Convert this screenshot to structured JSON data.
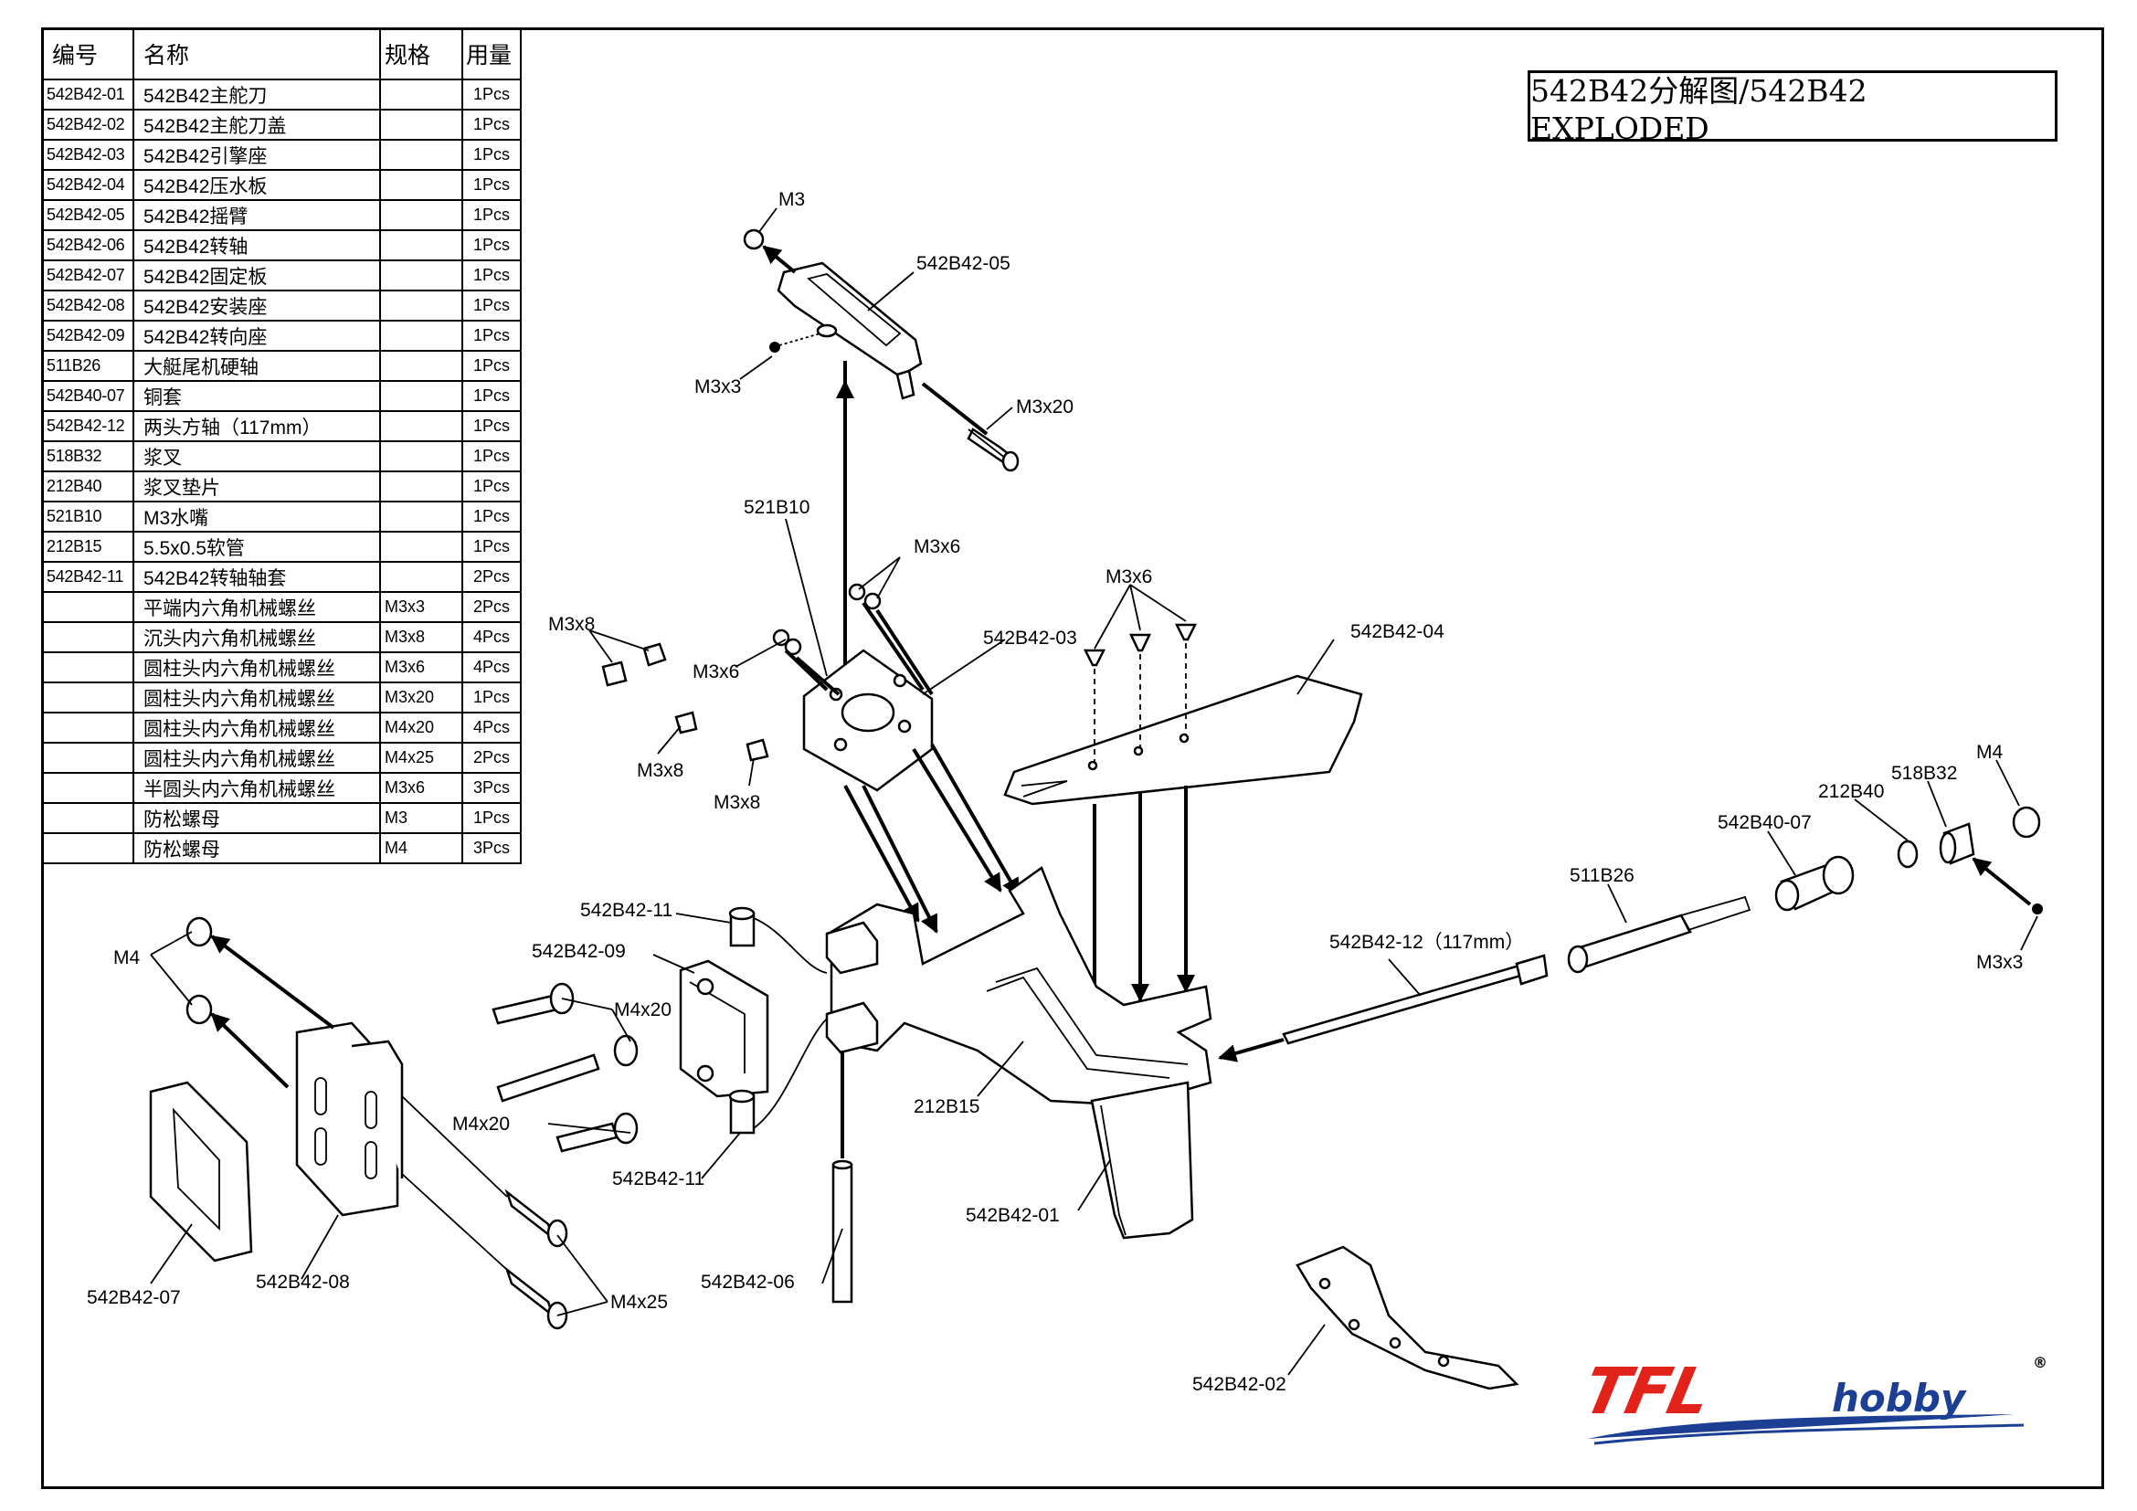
{
  "title": "542B42分解图/542B42 EXPLODED",
  "table": {
    "headers": [
      "编号",
      "名称",
      "规格",
      "用量"
    ],
    "rows": [
      {
        "code": "542B42-01",
        "name": "542B42主舵刀",
        "spec": "",
        "qty": "1Pcs"
      },
      {
        "code": "542B42-02",
        "name": "542B42主舵刀盖",
        "spec": "",
        "qty": "1Pcs"
      },
      {
        "code": "542B42-03",
        "name": "542B42引擎座",
        "spec": "",
        "qty": "1Pcs"
      },
      {
        "code": "542B42-04",
        "name": "542B42压水板",
        "spec": "",
        "qty": "1Pcs"
      },
      {
        "code": "542B42-05",
        "name": "542B42摇臂",
        "spec": "",
        "qty": "1Pcs"
      },
      {
        "code": "542B42-06",
        "name": "542B42转轴",
        "spec": "",
        "qty": "1Pcs"
      },
      {
        "code": "542B42-07",
        "name": "542B42固定板",
        "spec": "",
        "qty": "1Pcs"
      },
      {
        "code": "542B42-08",
        "name": "542B42安装座",
        "spec": "",
        "qty": "1Pcs"
      },
      {
        "code": "542B42-09",
        "name": "542B42转向座",
        "spec": "",
        "qty": "1Pcs"
      },
      {
        "code": "511B26",
        "name": "大艇尾机硬轴",
        "spec": "",
        "qty": "1Pcs"
      },
      {
        "code": "542B40-07",
        "name": "铜套",
        "spec": "",
        "qty": "1Pcs"
      },
      {
        "code": "542B42-12",
        "name": "两头方轴（117mm）",
        "spec": "",
        "qty": "1Pcs"
      },
      {
        "code": "518B32",
        "name": "浆叉",
        "spec": "",
        "qty": "1Pcs"
      },
      {
        "code": "212B40",
        "name": "浆叉垫片",
        "spec": "",
        "qty": "1Pcs"
      },
      {
        "code": "521B10",
        "name": "M3水嘴",
        "spec": "",
        "qty": "1Pcs"
      },
      {
        "code": "212B15",
        "name": "5.5x0.5软管",
        "spec": "",
        "qty": "1Pcs"
      },
      {
        "code": "542B42-11",
        "name": "542B42转轴轴套",
        "spec": "",
        "qty": "2Pcs"
      },
      {
        "code": "",
        "name": "平端内六角机械螺丝",
        "spec": "M3x3",
        "qty": "2Pcs"
      },
      {
        "code": "",
        "name": "沉头内六角机械螺丝",
        "spec": "M3x8",
        "qty": "4Pcs"
      },
      {
        "code": "",
        "name": "圆柱头内六角机械螺丝",
        "spec": "M3x6",
        "qty": "4Pcs"
      },
      {
        "code": "",
        "name": "圆柱头内六角机械螺丝",
        "spec": "M3x20",
        "qty": "1Pcs"
      },
      {
        "code": "",
        "name": "圆柱头内六角机械螺丝",
        "spec": "M4x20",
        "qty": "4Pcs"
      },
      {
        "code": "",
        "name": "圆柱头内六角机械螺丝",
        "spec": "M4x25",
        "qty": "2Pcs"
      },
      {
        "code": "",
        "name": "半圆头内六角机械螺丝",
        "spec": "M3x6",
        "qty": "3Pcs"
      },
      {
        "code": "",
        "name": "防松螺母",
        "spec": "M3",
        "qty": "1Pcs"
      },
      {
        "code": "",
        "name": "防松螺母",
        "spec": "M4",
        "qty": "3Pcs"
      }
    ]
  },
  "labels": {
    "m3_top": "M3",
    "p05": "542B42-05",
    "m3x3_left": "M3x3",
    "m3x20": "M3x20",
    "p521b10": "521B10",
    "m3x6_a": "M3x6",
    "m3x6_b": "M3x6",
    "m3x6_c": "M3x6",
    "m3x8_a": "M3x8",
    "m3x8_b": "M3x8",
    "m3x8_c": "M3x8",
    "p03": "542B42-03",
    "p04": "542B42-04",
    "p11_top": "542B42-11",
    "p09": "542B42-09",
    "m4x20_a": "M4x20",
    "m4x20_b": "M4x20",
    "m4_left": "M4",
    "p212b15": "212B15",
    "p11_bot": "542B42-11",
    "p01": "542B42-01",
    "p06": "542B42-06",
    "p07": "542B42-07",
    "p08": "542B42-08",
    "m4x25": "M4x25",
    "p12": "542B42-12（117mm）",
    "p511b26": "511B26",
    "p54240": "542B40-07",
    "p212b40": "212B40",
    "p518b32": "518B32",
    "m4_right": "M4",
    "m3x3_right": "M3x3",
    "p02": "542B42-02"
  },
  "logo": {
    "brand": "TFL",
    "suffix": "hobby",
    "registered": "®"
  },
  "colors": {
    "brand_red": "#e2231a",
    "brand_blue": "#1c3f94"
  }
}
